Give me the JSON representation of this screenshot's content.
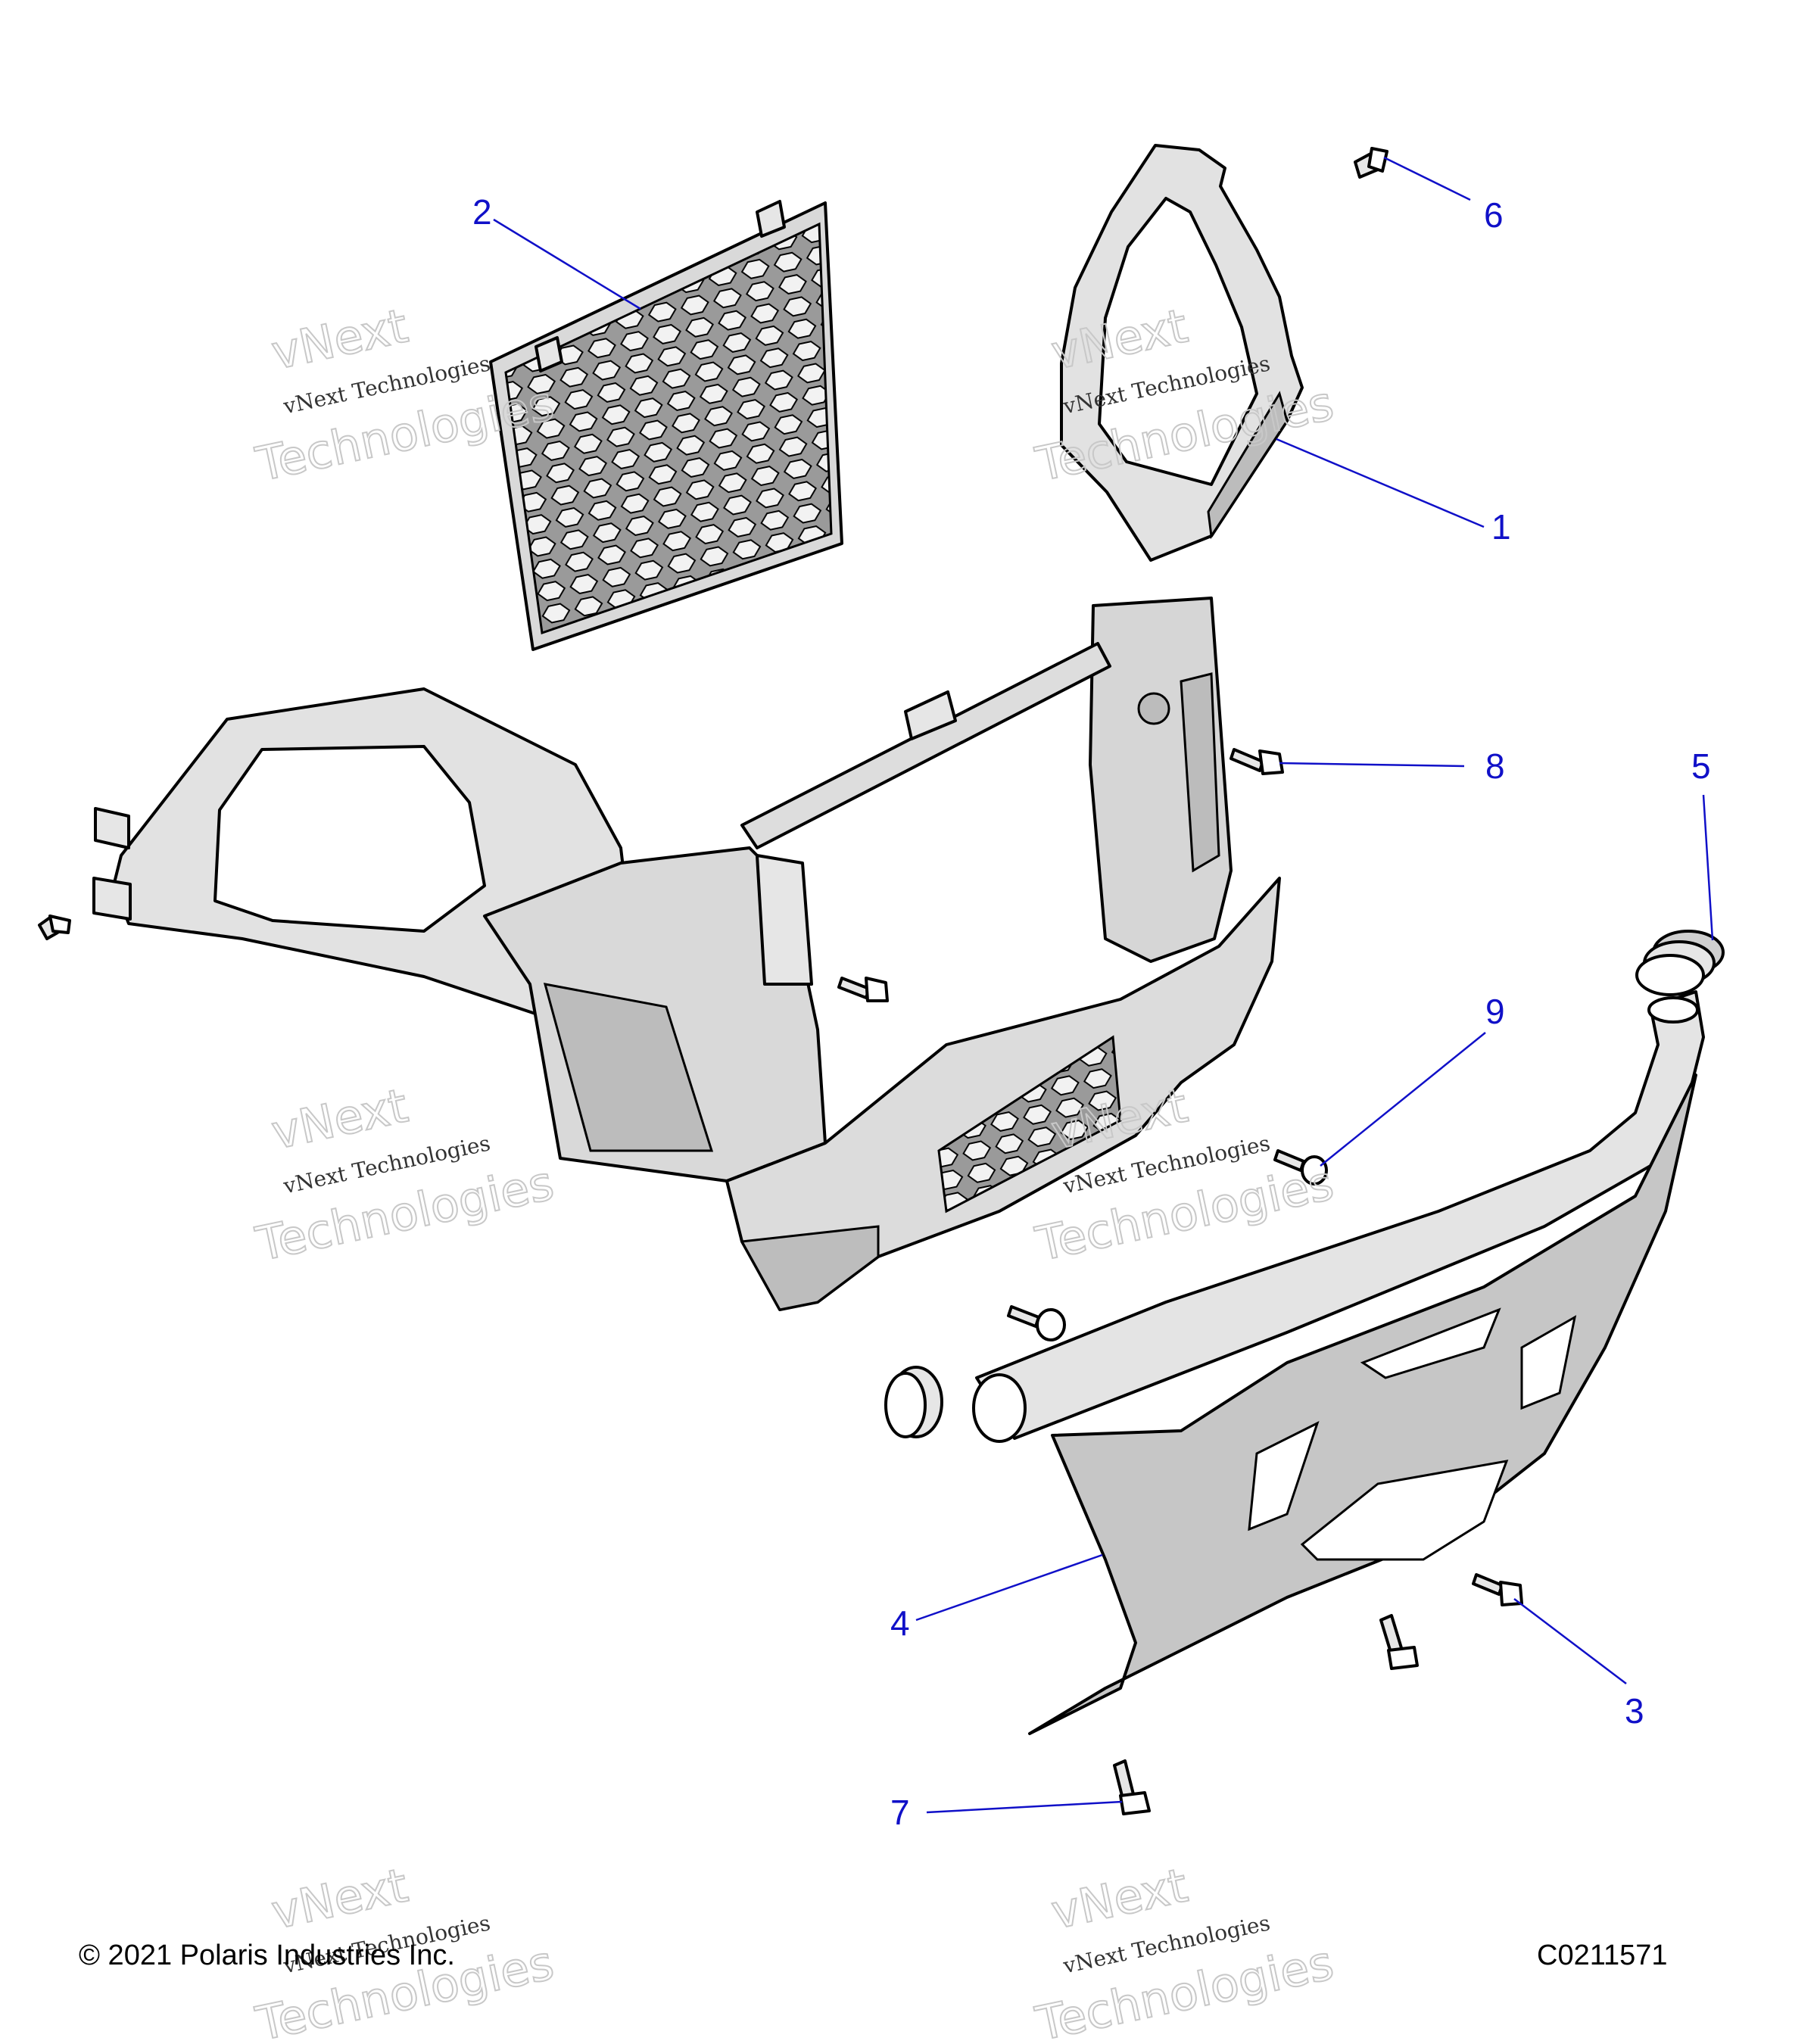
{
  "colors": {
    "callout": "#1010c8",
    "part_fill": "#e6e6e6",
    "part_shade": "#bdbdbd",
    "outline": "#000000",
    "watermark_outline": "#c8c8c8"
  },
  "callouts": [
    {
      "id": "1",
      "label": "1"
    },
    {
      "id": "2",
      "label": "2"
    },
    {
      "id": "3",
      "label": "3"
    },
    {
      "id": "4",
      "label": "4"
    },
    {
      "id": "5",
      "label": "5"
    },
    {
      "id": "6",
      "label": "6"
    },
    {
      "id": "7",
      "label": "7"
    },
    {
      "id": "8",
      "label": "8"
    },
    {
      "id": "9",
      "label": "9"
    }
  ],
  "watermark": {
    "line1": "vNext",
    "line2": "vNext Technologies",
    "line3": "Technologies"
  },
  "footer": {
    "copyright": "© 2021 Polaris Industries Inc.",
    "drawing_id": "C0211571"
  }
}
